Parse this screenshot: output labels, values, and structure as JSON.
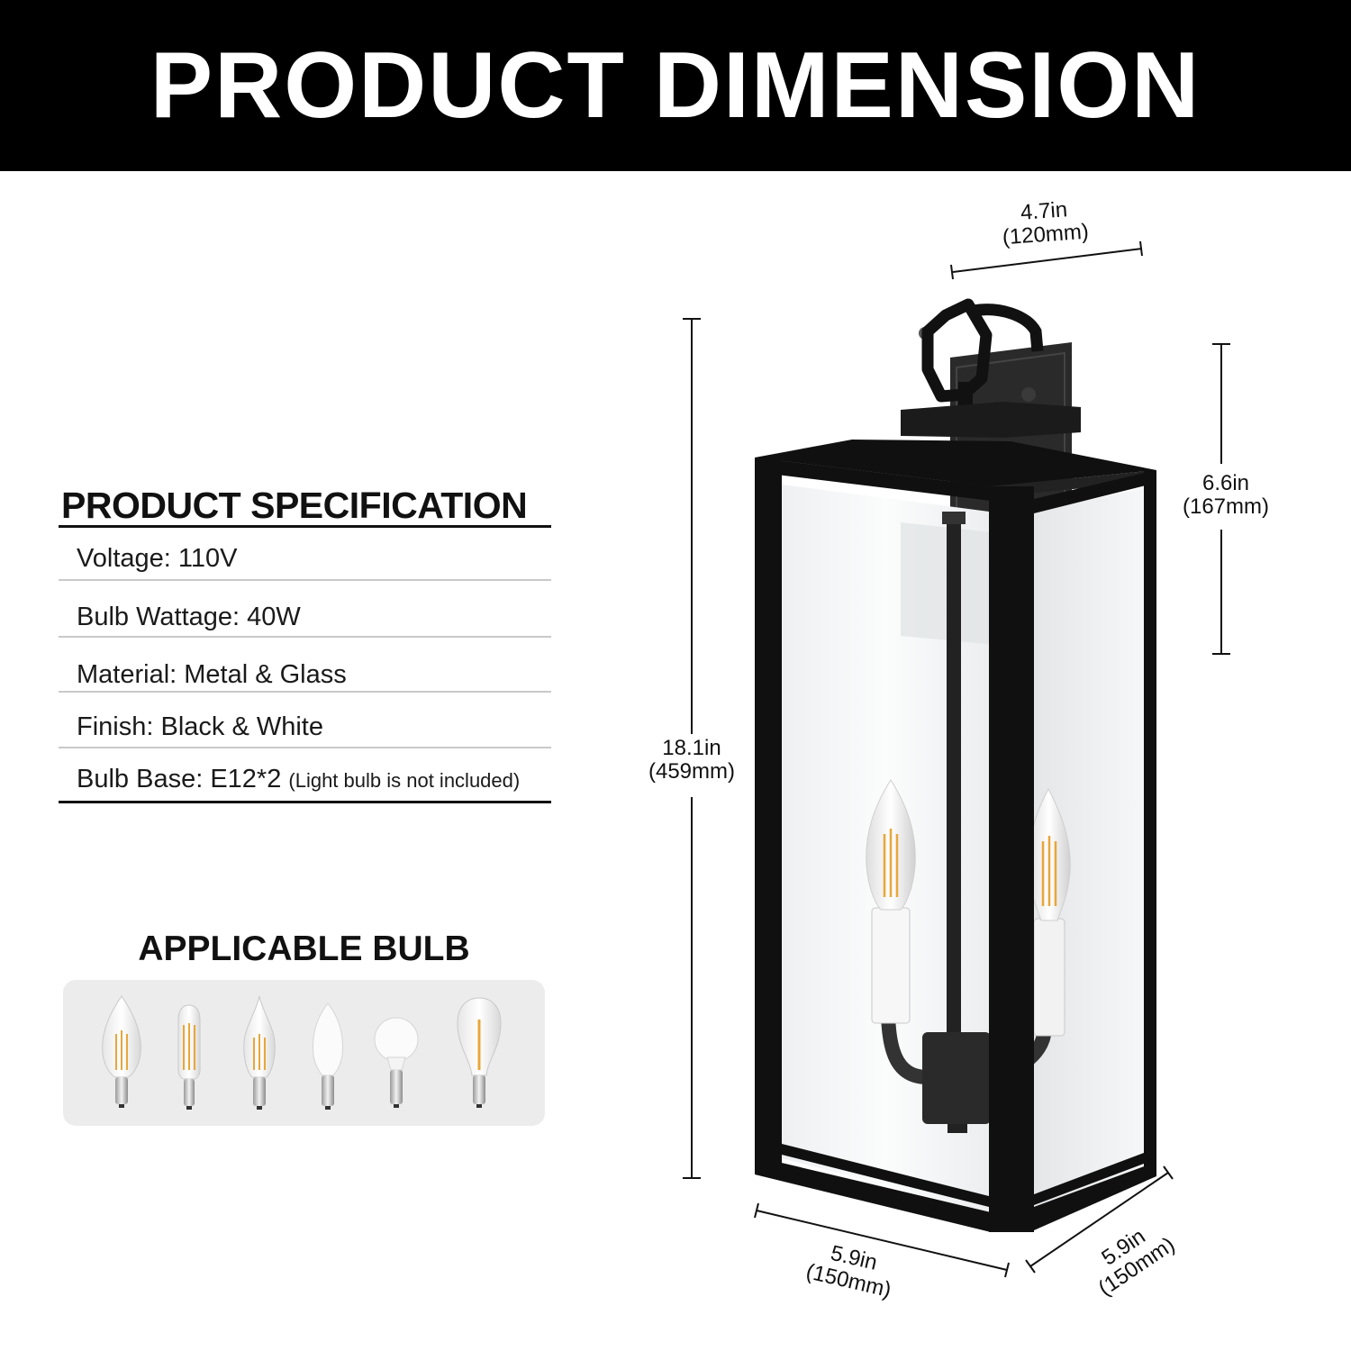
{
  "banner": {
    "title": "PRODUCT DIMENSION"
  },
  "specification": {
    "title": "PRODUCT SPECIFICATION",
    "rows": [
      {
        "text": "Voltage: 110V",
        "note": ""
      },
      {
        "text": "Bulb Wattage: 40W",
        "note": ""
      },
      {
        "text": "Material: Metal & Glass",
        "note": ""
      },
      {
        "text": "Finish: Black & White",
        "note": ""
      },
      {
        "text": "Bulb Base: E12*2",
        "note": "(Light bulb is not included)"
      }
    ]
  },
  "applicable_bulb": {
    "title": "APPLICABLE BULB",
    "icons": [
      "candle-filament-bulb-icon",
      "tubular-filament-bulb-icon",
      "flame-tip-filament-bulb-icon",
      "frosted-candle-bulb-icon",
      "frosted-globe-bulb-icon",
      "edison-filament-bulb-icon"
    ]
  },
  "dimensions": {
    "top_width": {
      "in": "4.7in",
      "mm": "(120mm)"
    },
    "backplate_height": {
      "in": "6.6in",
      "mm": "(167mm)"
    },
    "total_height": {
      "in": "18.1in",
      "mm": "(459mm)"
    },
    "front_width": {
      "in": "5.9in",
      "mm": "(150mm)"
    },
    "side_depth": {
      "in": "5.9in",
      "mm": "(150mm)"
    }
  },
  "colors": {
    "banner": "#000000",
    "frame": "#111111",
    "glass": "#f3f4f5",
    "panel": "#ececec"
  }
}
